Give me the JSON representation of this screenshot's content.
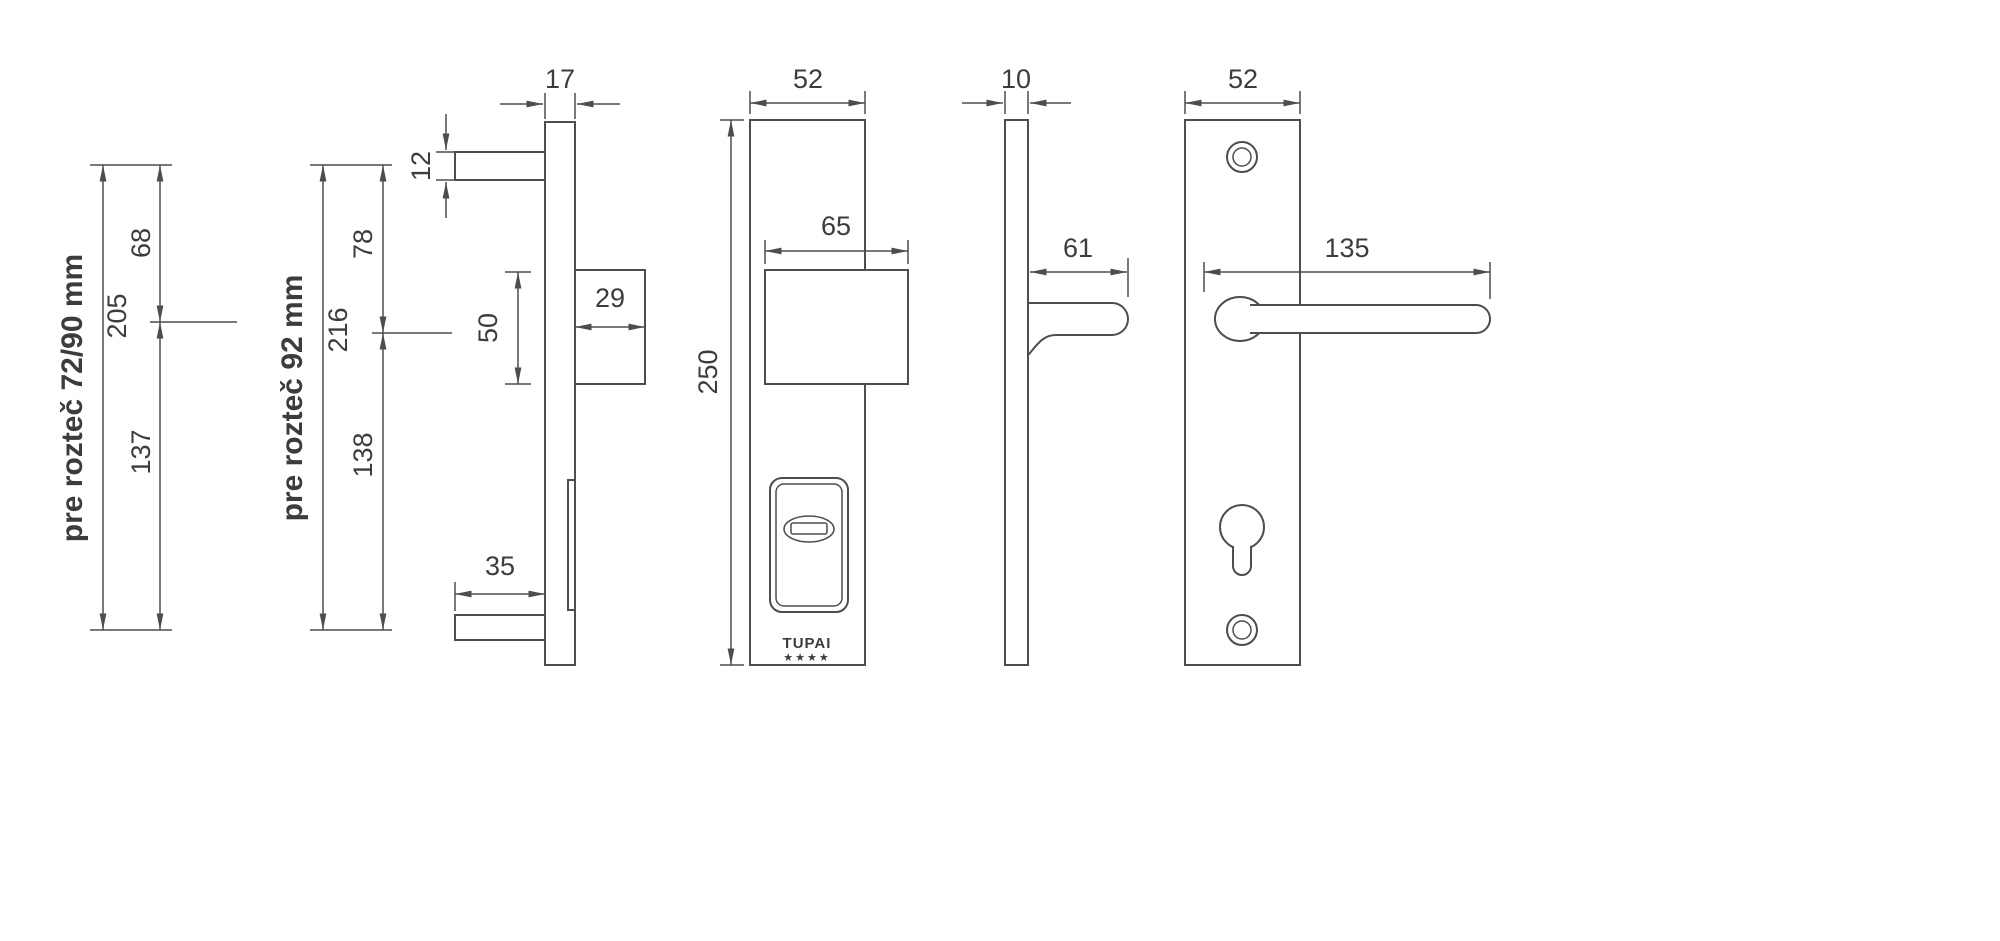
{
  "meta": {
    "background": "#ffffff",
    "line_color": "#4d4d4d",
    "text_color": "#3c3c3c",
    "drawing_type": "security door handle technical drawing"
  },
  "spacing_labels": {
    "group1": {
      "title": "pre rozteč 72/90 mm",
      "total": "205",
      "upper": "68",
      "lower": "137"
    },
    "group2": {
      "title": "pre rozteč 92 mm",
      "total": "216",
      "upper": "78",
      "lower": "138"
    }
  },
  "knob_side_view": {
    "plate_depth": "17",
    "spindle_height": "12",
    "knob_depth": "29",
    "knob_height": "50",
    "lower_bolt_length": "35"
  },
  "knob_front_view": {
    "plate_width": "52",
    "plate_height": "250",
    "knob_width": "65",
    "brand": "TUPAI",
    "stars": "★★★★"
  },
  "lever_side_view": {
    "plate_depth": "10",
    "lever_projection": "61"
  },
  "lever_front_view": {
    "plate_width": "52",
    "lever_length": "135"
  }
}
